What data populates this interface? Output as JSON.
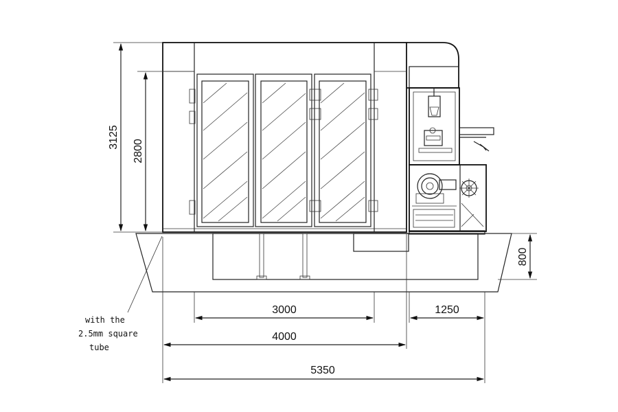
{
  "dimensions": {
    "total_height": "3125",
    "inner_height": "2800",
    "pit_depth": "800",
    "cabin_width": "3000",
    "booth_width": "4000",
    "equipment_width": "1250",
    "overall_width": "5350"
  },
  "note": {
    "line1": "with the",
    "line2": "2.5mm square",
    "line3": "tube"
  }
}
